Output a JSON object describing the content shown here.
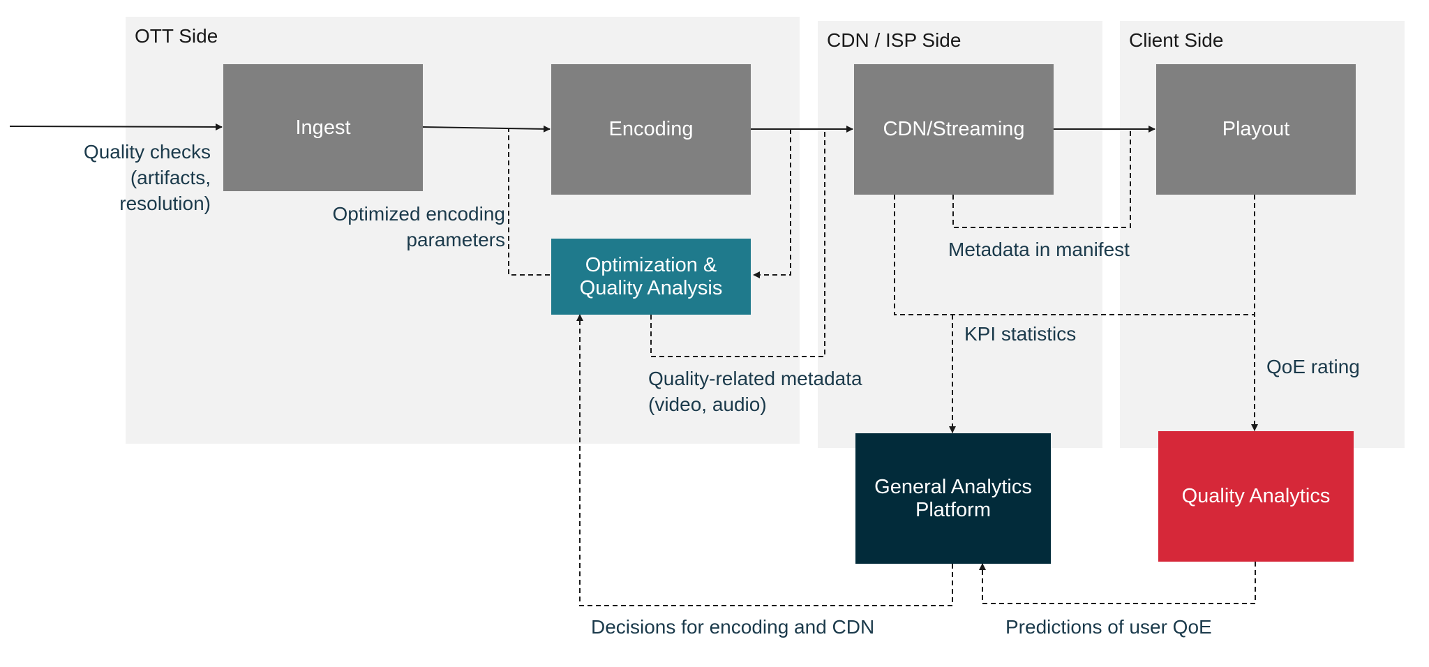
{
  "regions": {
    "ott": "OTT Side",
    "cdn": "CDN / ISP Side",
    "client": "Client Side"
  },
  "boxes": {
    "ingest": "Ingest",
    "encoding": "Encoding",
    "cdn_streaming": "CDN/Streaming",
    "playout": "Playout",
    "optimization": "Optimization &\nQuality Analysis",
    "general_analytics": "General Analytics\nPlatform",
    "quality_analytics": "Quality Analytics"
  },
  "labels": {
    "quality_checks": "Quality checks\n(artifacts,\nresolution)",
    "optimized_encoding": "Optimized encoding\nparameters",
    "metadata_manifest": "Metadata in manifest",
    "kpi_statistics": "KPI statistics",
    "qoe_rating": "QoE rating",
    "quality_metadata": "Quality-related metadata\n(video, audio)",
    "decisions": "Decisions for encoding and CDN",
    "predictions": "Predictions of user QoE"
  },
  "colors": {
    "region_bg": "#f2f2f2",
    "process_box": "#808080",
    "optimization_box": "#1f7a8c",
    "general_analytics_box": "#022b3a",
    "quality_analytics_box": "#d62839",
    "label_text": "#1b3a4b"
  }
}
